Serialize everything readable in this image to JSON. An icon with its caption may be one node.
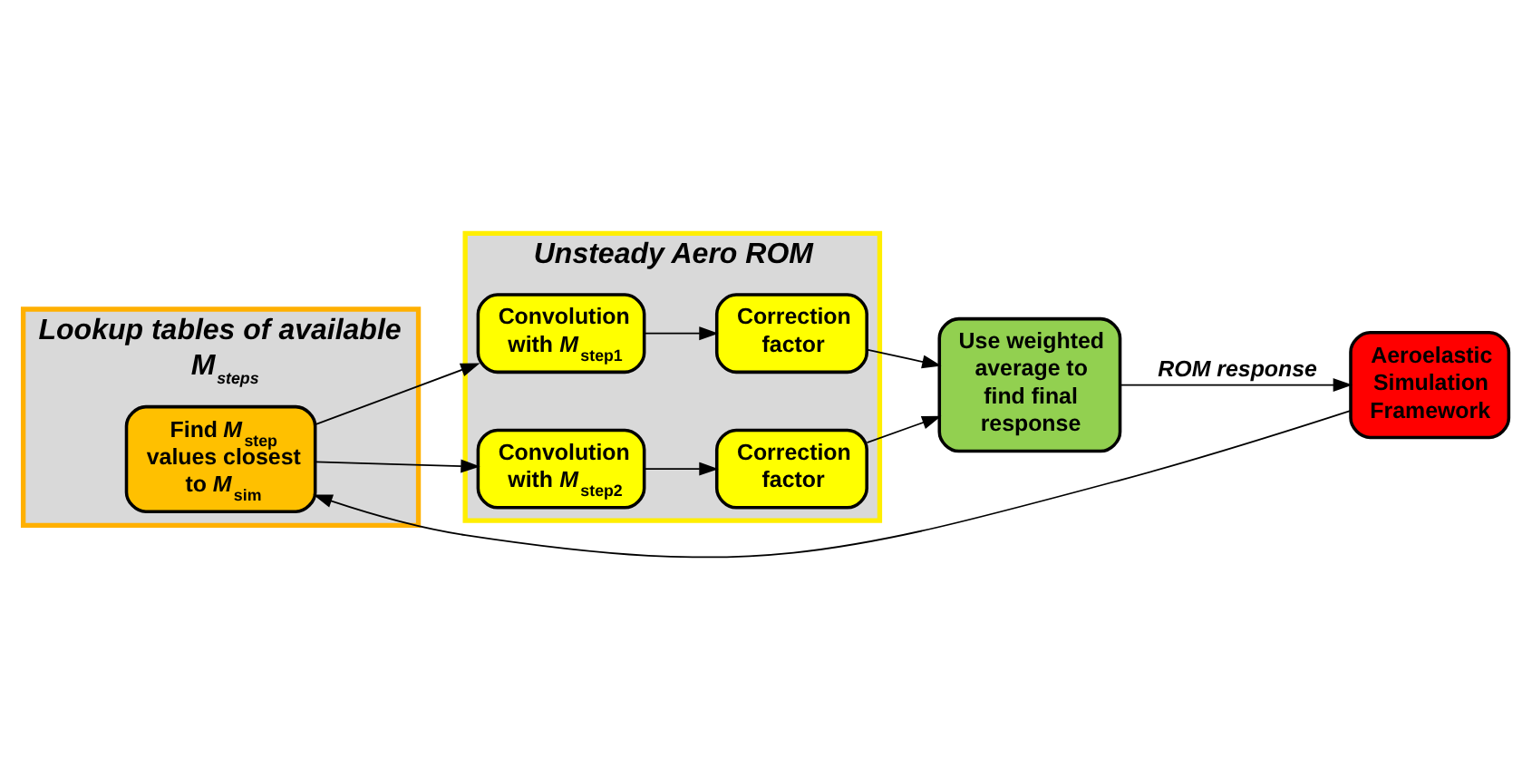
{
  "diagram": {
    "nodes": [
      {
        "text": [
          "Lookup tables of available *M*$_{steps}$"
        ]
      },
      {
        "text": [
          "Find *M*$_{step}$ values closest to *M*$_{sim}$"
        ],
        "in": 0
      },
      {
        "text": [
          "Unsteady Aero ROM"
        ]
      },
      {
        "text": [
          "Convolution with *M*$_{step1}$"
        ],
        "in": 2
      },
      {
        "text": [
          "Correction factor"
        ],
        "in": 2
      },
      {
        "text": [
          "Convolution with *M*$_{step2}$"
        ],
        "in": 2
      },
      {
        "text": [
          "Correction factor"
        ],
        "in": 2
      },
      {
        "text": [
          "Use weighted average to find final response"
        ]
      },
      {
        "text": [
          "Aeroelastic Simulation Framework"
        ]
      }
    ],
    "edges": [
      {
        "from": 1,
        "to": 3,
        "arrow": "to"
      },
      {
        "from": 1,
        "to": 5,
        "arrow": "to"
      },
      {
        "from": 3,
        "to": 4,
        "arrow": "to"
      },
      {
        "from": 5,
        "to": 6,
        "arrow": "to"
      },
      {
        "from": 4,
        "to": 7,
        "arrow": "to"
      },
      {
        "from": 6,
        "to": 7,
        "arrow": "to"
      },
      {
        "from": 7,
        "to": 8,
        "arrow": "to",
        "label": "ROM response"
      },
      {
        "from": 8,
        "to": 1,
        "arrow": "to"
      }
    ]
  }
}
